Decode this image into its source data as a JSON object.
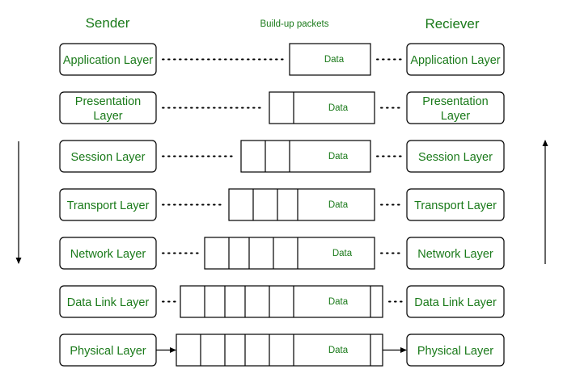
{
  "headers": {
    "sender": "Sender",
    "packets": "Build-up packets",
    "receiver": "Reciever"
  },
  "data_label": "Data",
  "layers": [
    {
      "sender": [
        "Application Layer"
      ],
      "receiver": [
        "Application Layer"
      ],
      "header_cells": 0,
      "trailer": false,
      "link": "dots"
    },
    {
      "sender": [
        "Presentation",
        "Layer"
      ],
      "receiver": [
        "Presentation",
        "Layer"
      ],
      "header_cells": 1,
      "trailer": false,
      "link": "dots"
    },
    {
      "sender": [
        "Session Layer"
      ],
      "receiver": [
        "Session Layer"
      ],
      "header_cells": 2,
      "trailer": false,
      "link": "dots"
    },
    {
      "sender": [
        "Transport Layer"
      ],
      "receiver": [
        "Transport Layer"
      ],
      "header_cells": 3,
      "trailer": false,
      "link": "dots"
    },
    {
      "sender": [
        "Network Layer"
      ],
      "receiver": [
        "Network Layer"
      ],
      "header_cells": 4,
      "trailer": false,
      "link": "dots"
    },
    {
      "sender": [
        "Data Link Layer"
      ],
      "receiver": [
        "Data Link Layer"
      ],
      "header_cells": 5,
      "trailer": true,
      "link": "dots"
    },
    {
      "sender": [
        "Physical Layer"
      ],
      "receiver": [
        "Physical Layer"
      ],
      "header_cells": 5,
      "trailer": true,
      "link": "arrow"
    }
  ],
  "side_arrows": {
    "left": "down",
    "right": "up"
  }
}
